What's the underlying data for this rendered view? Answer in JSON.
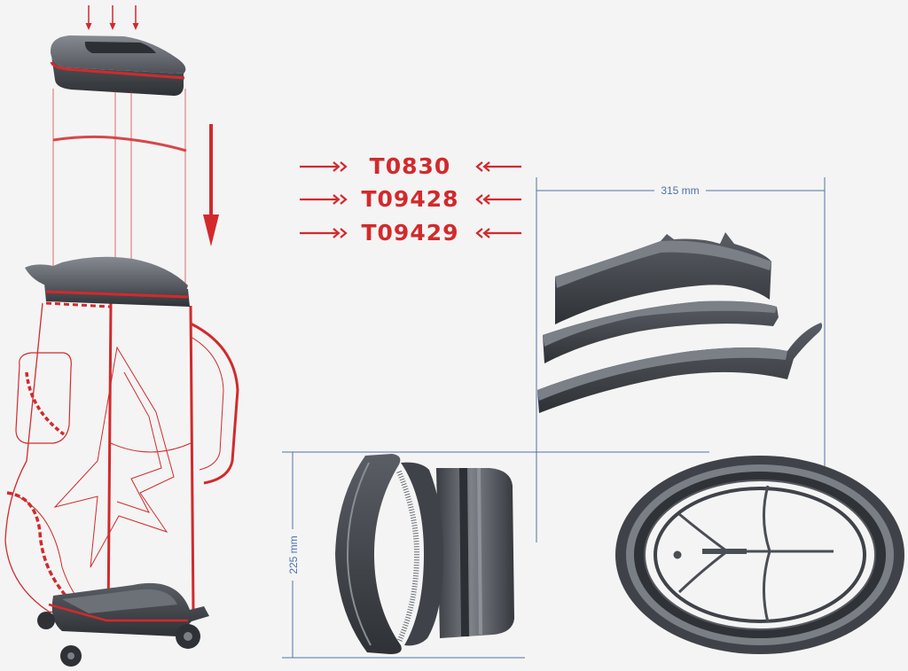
{
  "diagram": {
    "part_numbers": [
      {
        "label": "T0830"
      },
      {
        "label": "T09428"
      },
      {
        "label": "T09429"
      }
    ],
    "dimensions": {
      "width": "315 mm",
      "height": "225 mm"
    }
  },
  "icons": {
    "lead_in": "double-chevron-right-arrow",
    "lead_out": "double-chevron-left-arrow",
    "insert_direction": "down-arrow"
  },
  "colors": {
    "background": "#f4f4f4",
    "accent_red": "#d22a2c",
    "dimension_blue": "#4f72a8",
    "part_gray": "#43474d"
  }
}
